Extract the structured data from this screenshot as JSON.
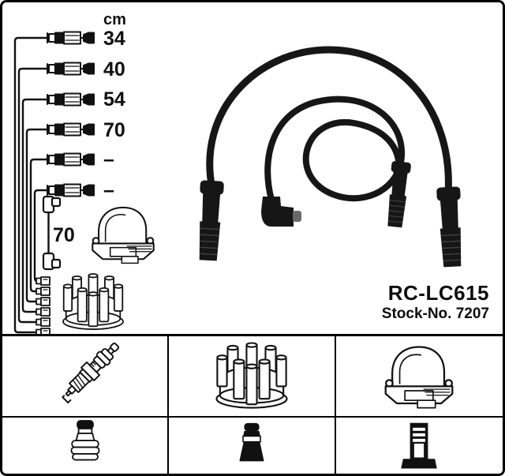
{
  "product": {
    "code": "RC-LC615",
    "stock_no": "Stock-No. 7207"
  },
  "schematic": {
    "unit": "cm",
    "cable_lengths": [
      "34",
      "40",
      "54",
      "70",
      "–",
      "–"
    ],
    "coil_wire_length": "70",
    "drawings": [
      "ignition-coil",
      "distributor-cap",
      "cable-end-connectors",
      "coil-wire"
    ]
  },
  "photo": {
    "subject": "ignition-cable-set",
    "cable_color": "#161616"
  },
  "kit_grid": {
    "items": [
      {
        "icon": "spark-plug"
      },
      {
        "icon": "distributor-cap"
      },
      {
        "icon": "ignition-coil"
      },
      {
        "icon": "spark-plug-boot"
      },
      {
        "icon": "distributor-boot"
      },
      {
        "icon": "coil-terminal-boot"
      }
    ]
  },
  "colors": {
    "line_art": "#111111",
    "cable_black": "#161616",
    "background": "#ffffff",
    "border": "#000000"
  }
}
